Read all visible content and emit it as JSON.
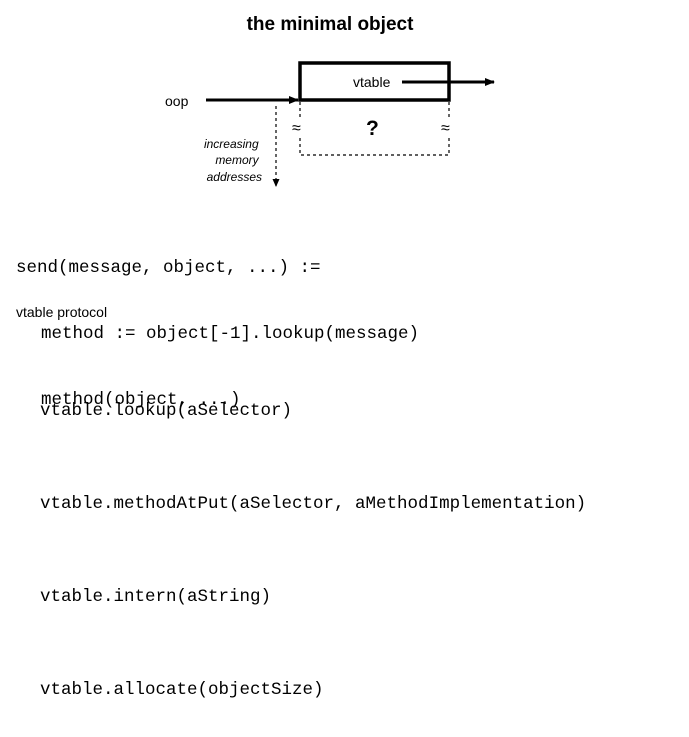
{
  "title": "the minimal object",
  "diagram": {
    "oop_label": "oop",
    "vtable_label": "vtable",
    "unknown_label": "?",
    "break_mark": "≈",
    "address_note": [
      "increasing",
      "memory",
      "addresses"
    ]
  },
  "send_code": [
    "send(message, object, ...) :=",
    "method := object[-1].lookup(message)",
    "method(object, ...)"
  ],
  "protocol": {
    "heading": "vtable protocol",
    "methods": [
      "vtable.lookup(aSelector)",
      "vtable.methodAtPut(aSelector, aMethodImplementation)",
      "vtable.intern(aString)",
      "vtable.allocate(objectSize)"
    ]
  }
}
